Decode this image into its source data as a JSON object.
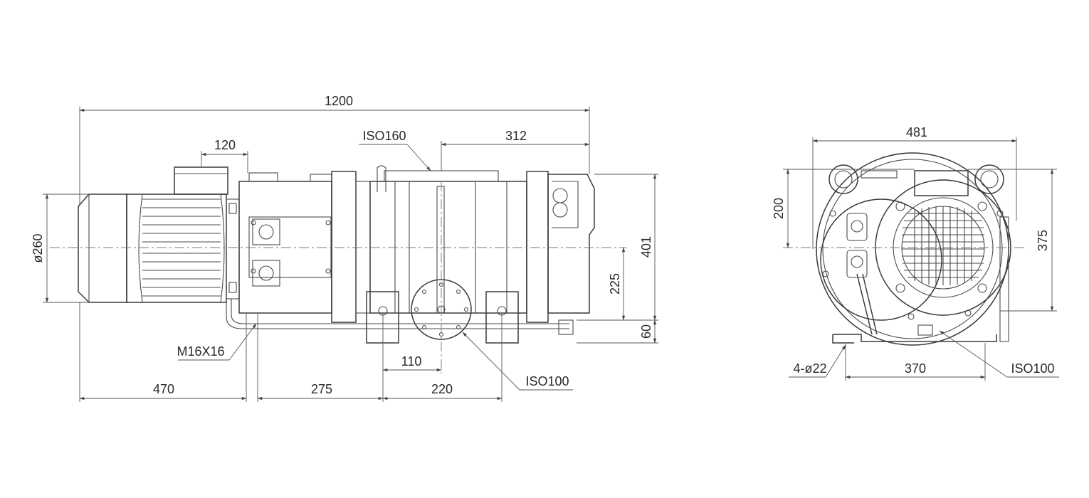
{
  "side_view": {
    "overall_length": "1200",
    "motor_box_width": "120",
    "inlet_flange": "ISO160",
    "inlet_to_end": "312",
    "motor_diameter": "ø260",
    "total_height": "401",
    "axis_height": "225",
    "base_height": "60",
    "thread": "M16X16",
    "motor_length": "470",
    "segment_275": "275",
    "segment_220": "220",
    "outlet_offset": "110",
    "outlet_flange": "ISO100"
  },
  "front_view": {
    "overall_width": "481",
    "top_height": "200",
    "height_375": "375",
    "mount_holes": "4-ø22",
    "mount_spacing": "370",
    "outlet_flange": "ISO100"
  }
}
